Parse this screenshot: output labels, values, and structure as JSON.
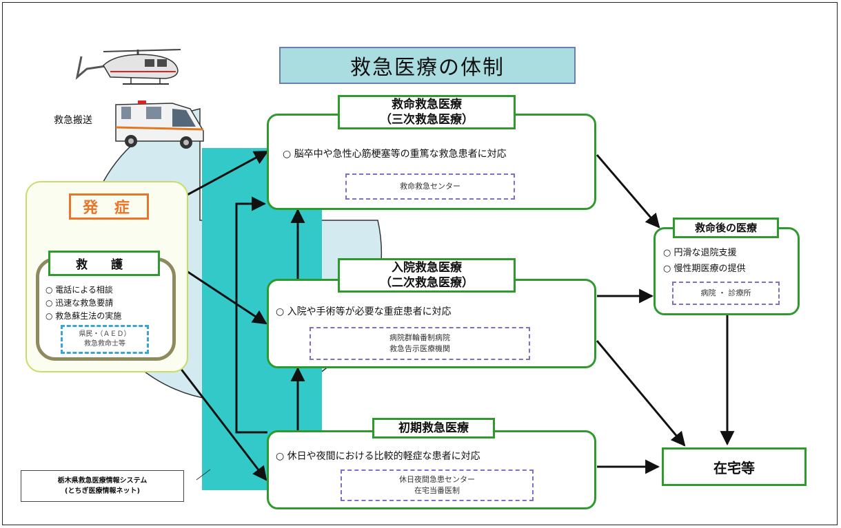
{
  "title": "救急医療の体制",
  "transport_label": "救急搬送",
  "onset": {
    "label": "発 症"
  },
  "rescue": {
    "label": "救 護",
    "items": [
      "○ 電話による相談",
      "○ 迅速な救急要請",
      "○ 救急蘇生法の実施"
    ],
    "facility": [
      "県民・（ＡＥＤ）",
      "救急救命士等"
    ]
  },
  "tertiary": {
    "title_line1": "救命救急医療",
    "title_line2": "（三次救急医療）",
    "desc": "○ 脳卒中や急性心筋梗塞等の重篤な救急患者に対応",
    "facilities": [
      "救命救急センター"
    ]
  },
  "secondary": {
    "title_line1": "入院救急医療",
    "title_line2": "（二次救急医療）",
    "desc": "○ 入院や手術等が必要な重症患者に対応",
    "facilities": [
      "病院群輪番制病院",
      "救急告示医療機関"
    ]
  },
  "primary": {
    "title_line1": "初期救急医療",
    "desc": "○ 休日や夜間における比較的軽症な患者に対応",
    "facilities": [
      "休日夜間急患センター",
      "在宅当番医制"
    ]
  },
  "post_rescue": {
    "title": "救命後の医療",
    "items": [
      "○ 円滑な退院支援",
      "○ 慢性期医療の提供"
    ],
    "facility": "病院 ・ 診療所"
  },
  "home": {
    "label": "在宅等"
  },
  "system": {
    "line1": "栃木県救急医療情報システム",
    "line2": "(とちぎ医療情報ネット)"
  },
  "colors": {
    "green_border": "#2e9a2e",
    "teal_band": "#33c9c9",
    "title_fill": "#a9dde0",
    "onset_orange": "#e8752a"
  }
}
